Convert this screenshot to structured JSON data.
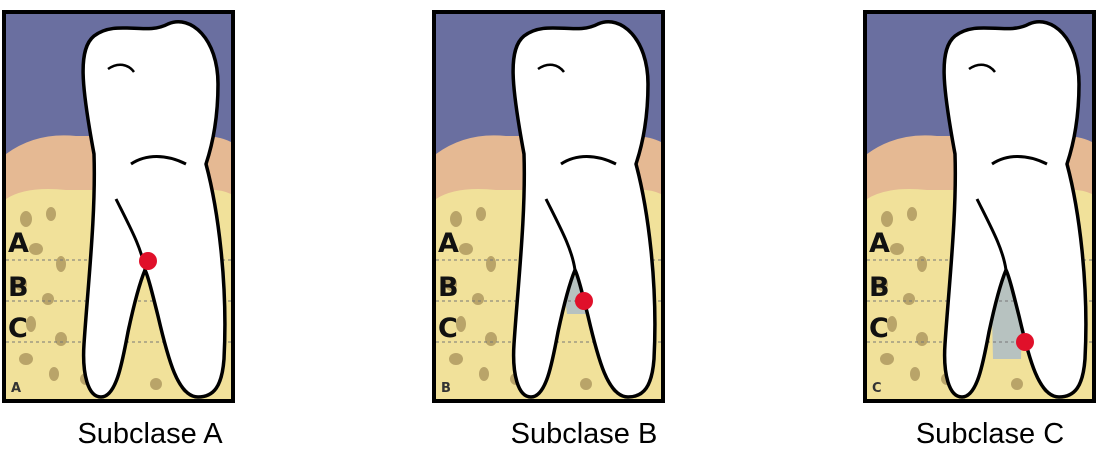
{
  "figure": {
    "colors": {
      "background_gum": "#6a6fa0",
      "gingiva": "#e5b993",
      "bone": "#f1e19a",
      "bone_pores": "#b9a469",
      "tooth": "#ffffff",
      "outline": "#000000",
      "defect": "#b7c2c0",
      "marker": "#e0102a"
    },
    "level_labels": [
      "A",
      "B",
      "C"
    ],
    "panels": [
      {
        "id": "a",
        "corner_letter": "A",
        "caption": "Subclase A",
        "marker_level": "A",
        "defect": "none"
      },
      {
        "id": "b",
        "corner_letter": "B",
        "caption": "Subclase B",
        "marker_level": "B",
        "defect": "partial"
      },
      {
        "id": "c",
        "corner_letter": "C",
        "caption": "Subclase C",
        "marker_level": "C",
        "defect": "deep"
      }
    ]
  }
}
